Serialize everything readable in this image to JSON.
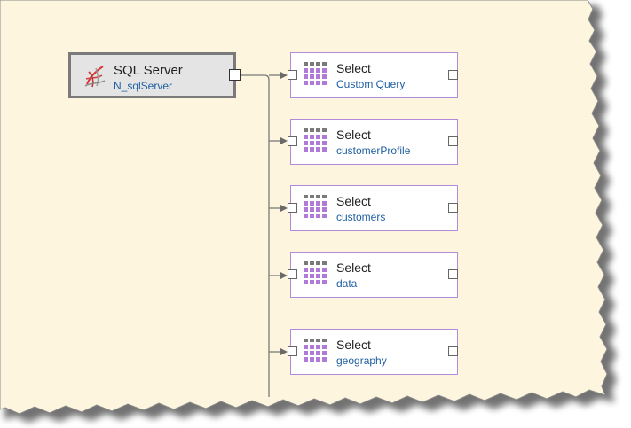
{
  "source": {
    "title": "SQL Server",
    "name": "N_sqlServer",
    "icon": "sql-server-icon"
  },
  "selects": [
    {
      "title": "Select",
      "name": "Custom Query"
    },
    {
      "title": "Select",
      "name": "customerProfile"
    },
    {
      "title": "Select",
      "name": "customers"
    },
    {
      "title": "Select",
      "name": "data"
    },
    {
      "title": "Select",
      "name": "geography"
    }
  ],
  "colors": {
    "canvas": "#fdf5dd",
    "select_border": "#b58ad8",
    "grid_icon_dark": "#7a7a7a",
    "grid_icon_purple": "#b07ad8",
    "link_text": "#1f5fa0"
  }
}
